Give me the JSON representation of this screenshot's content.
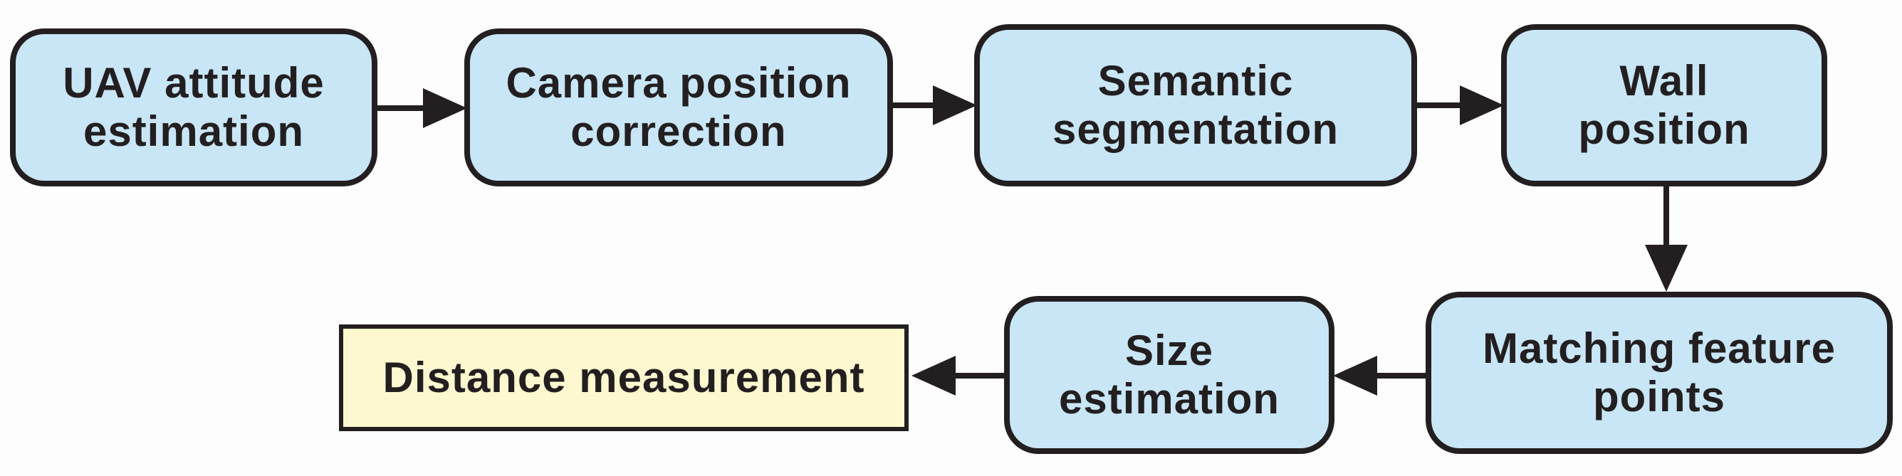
{
  "colors": {
    "process_fill": "#c8e6f6",
    "terminal_fill": "#fdf8cf",
    "stroke": "#231f20",
    "background": "#fdfdfd"
  },
  "nodes": [
    {
      "id": "uav-attitude-estimation",
      "label": "UAV attitude\nestimation",
      "shape": "rounded-rectangle"
    },
    {
      "id": "camera-position-correction",
      "label": "Camera position\ncorrection",
      "shape": "rounded-rectangle"
    },
    {
      "id": "semantic-segmentation",
      "label": "Semantic\nsegmentation",
      "shape": "rounded-rectangle"
    },
    {
      "id": "wall-position",
      "label": "Wall\nposition",
      "shape": "rounded-rectangle"
    },
    {
      "id": "matching-feature-points",
      "label": "Matching feature\npoints",
      "shape": "rounded-rectangle"
    },
    {
      "id": "size-estimation",
      "label": "Size\nestimation",
      "shape": "rounded-rectangle"
    },
    {
      "id": "distance-measurement",
      "label": "Distance measurement",
      "shape": "rectangle"
    }
  ],
  "edges": [
    {
      "from": "uav-attitude-estimation",
      "to": "camera-position-correction"
    },
    {
      "from": "camera-position-correction",
      "to": "semantic-segmentation"
    },
    {
      "from": "semantic-segmentation",
      "to": "wall-position"
    },
    {
      "from": "wall-position",
      "to": "matching-feature-points"
    },
    {
      "from": "matching-feature-points",
      "to": "size-estimation"
    },
    {
      "from": "size-estimation",
      "to": "distance-measurement"
    }
  ]
}
